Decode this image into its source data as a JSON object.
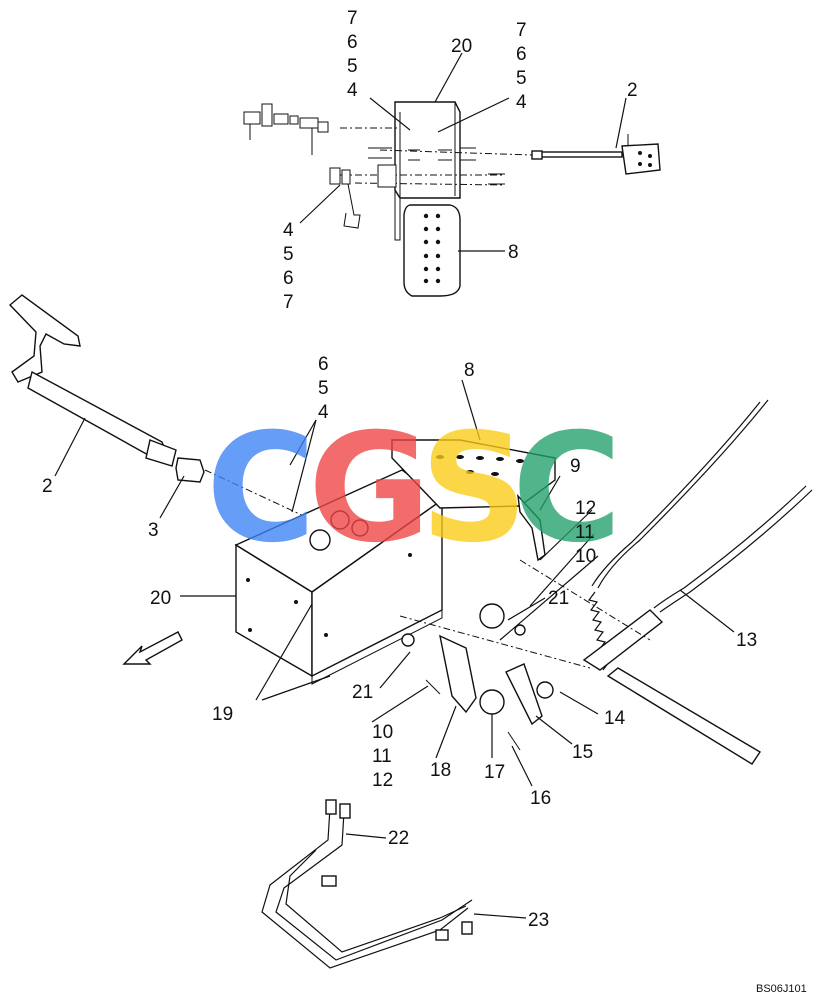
{
  "drawing_code": "BS06J101",
  "watermark": {
    "letters": [
      "C",
      "G",
      "S",
      "C"
    ],
    "colors": [
      "#3b82f6",
      "#ef4444",
      "#facc15",
      "#22a06b"
    ]
  },
  "callouts": {
    "top_left_stack": [
      "7",
      "6",
      "5",
      "4"
    ],
    "top_right_stack": [
      "7",
      "6",
      "5",
      "4"
    ],
    "top_20": "20",
    "top_2": "2",
    "top_8": "8",
    "top_lower_stack": [
      "4",
      "5",
      "6",
      "7"
    ],
    "pedal_2": "2",
    "bushing_3": "3",
    "mid_stack": [
      "6",
      "5",
      "4"
    ],
    "plate_8": "8",
    "bracket_9": "9",
    "right_12": "12",
    "right_11": "11",
    "right_10": "10",
    "box_20": "20",
    "label_21a": "21",
    "label_21b": "21",
    "label_19": "19",
    "bottom_stack": [
      "10",
      "11",
      "12"
    ],
    "label_18": "18",
    "label_17": "17",
    "label_16": "16",
    "label_15": "15",
    "label_14": "14",
    "label_13": "13",
    "label_22": "22",
    "label_23": "23"
  }
}
